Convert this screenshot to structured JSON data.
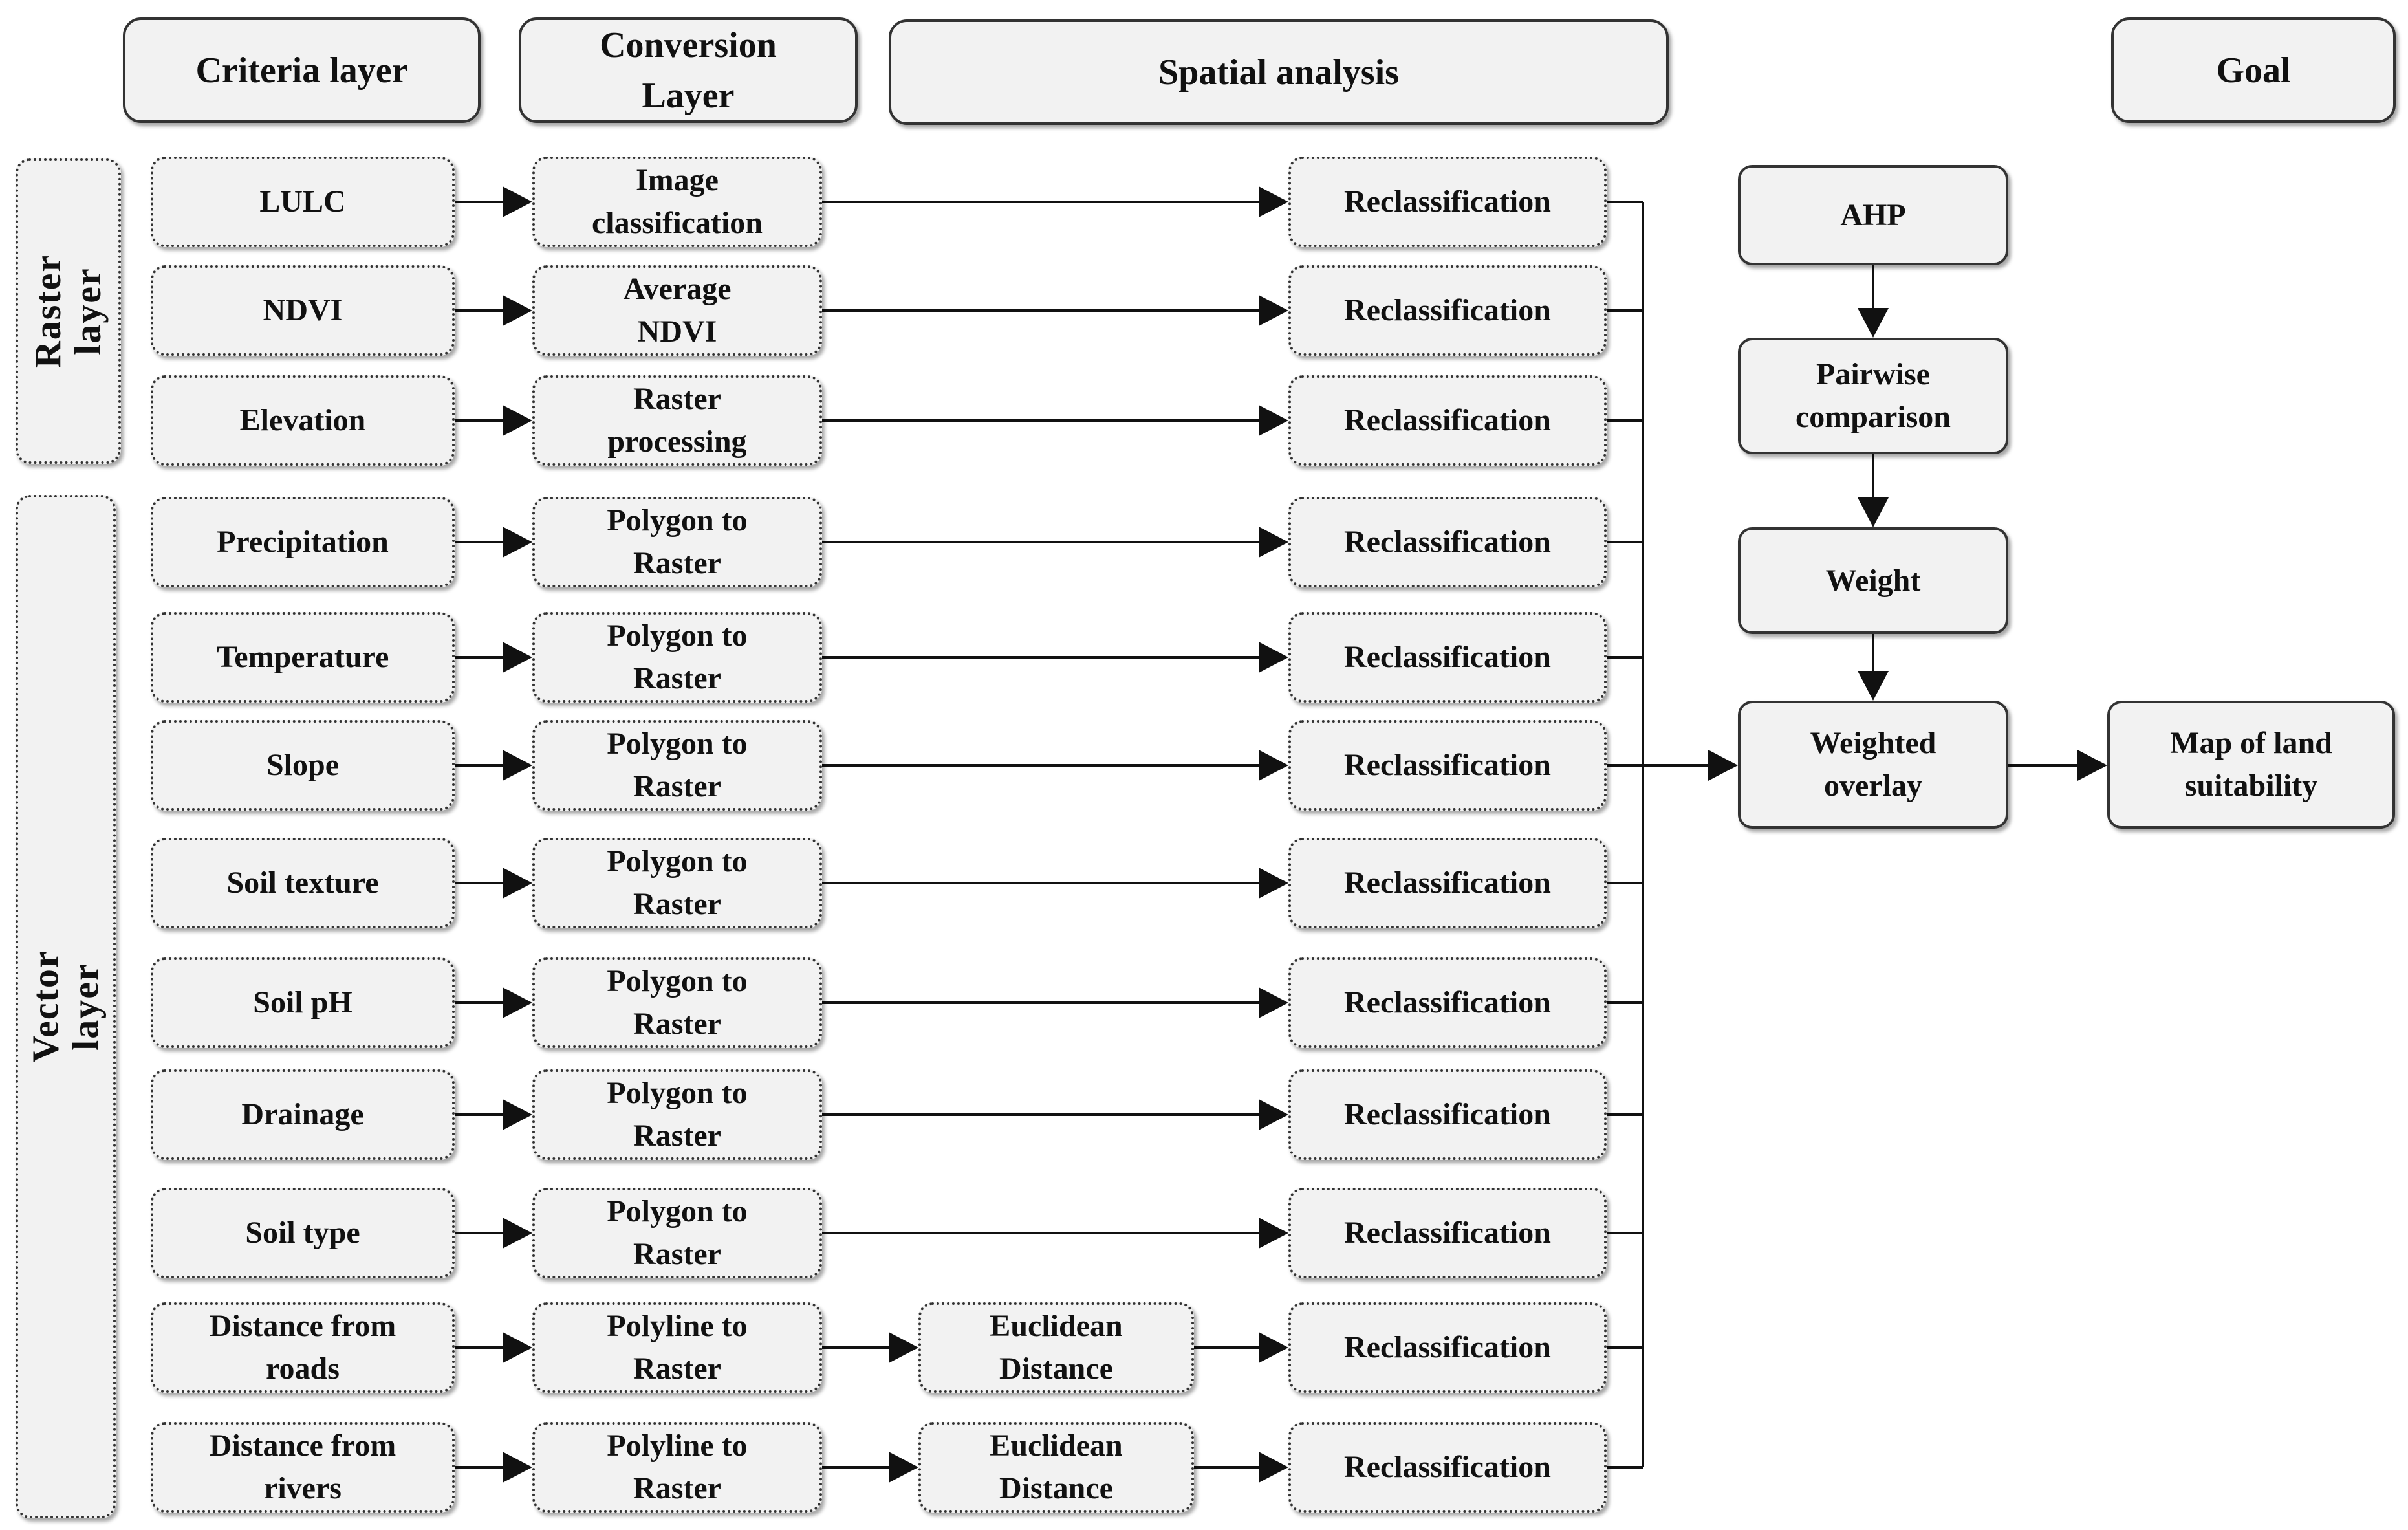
{
  "headers": {
    "criteria": "Criteria layer",
    "conversion": "Conversion\nLayer",
    "spatial": "Spatial analysis",
    "goal": "Goal"
  },
  "groups": {
    "raster": "Raster\nlayer",
    "vector": "Vector layer"
  },
  "criteria": [
    "LULC",
    "NDVI",
    "Elevation",
    "Precipitation",
    "Temperature",
    "Slope",
    "Soil texture",
    "Soil pH",
    "Drainage",
    "Soil type",
    "Distance from\nroads",
    "Distance from\nrivers"
  ],
  "conversion": [
    "Image\nclassification",
    "Average\nNDVI",
    "Raster\nprocessing",
    "Polygon to\nRaster",
    "Polygon to\nRaster",
    "Polygon to\nRaster",
    "Polygon to\nRaster",
    "Polygon to\nRaster",
    "Polygon to\nRaster",
    "Polygon to\nRaster",
    "Polyline to\nRaster",
    "Polyline to\nRaster"
  ],
  "euclidean": [
    "Euclidean\nDistance",
    "Euclidean\nDistance"
  ],
  "reclass_label": "Reclassification",
  "ahp_steps": [
    "AHP",
    "Pairwise\ncomparison",
    "Weight"
  ],
  "overlay": "Weighted\noverlay",
  "output": "Map of land\nsuitability"
}
